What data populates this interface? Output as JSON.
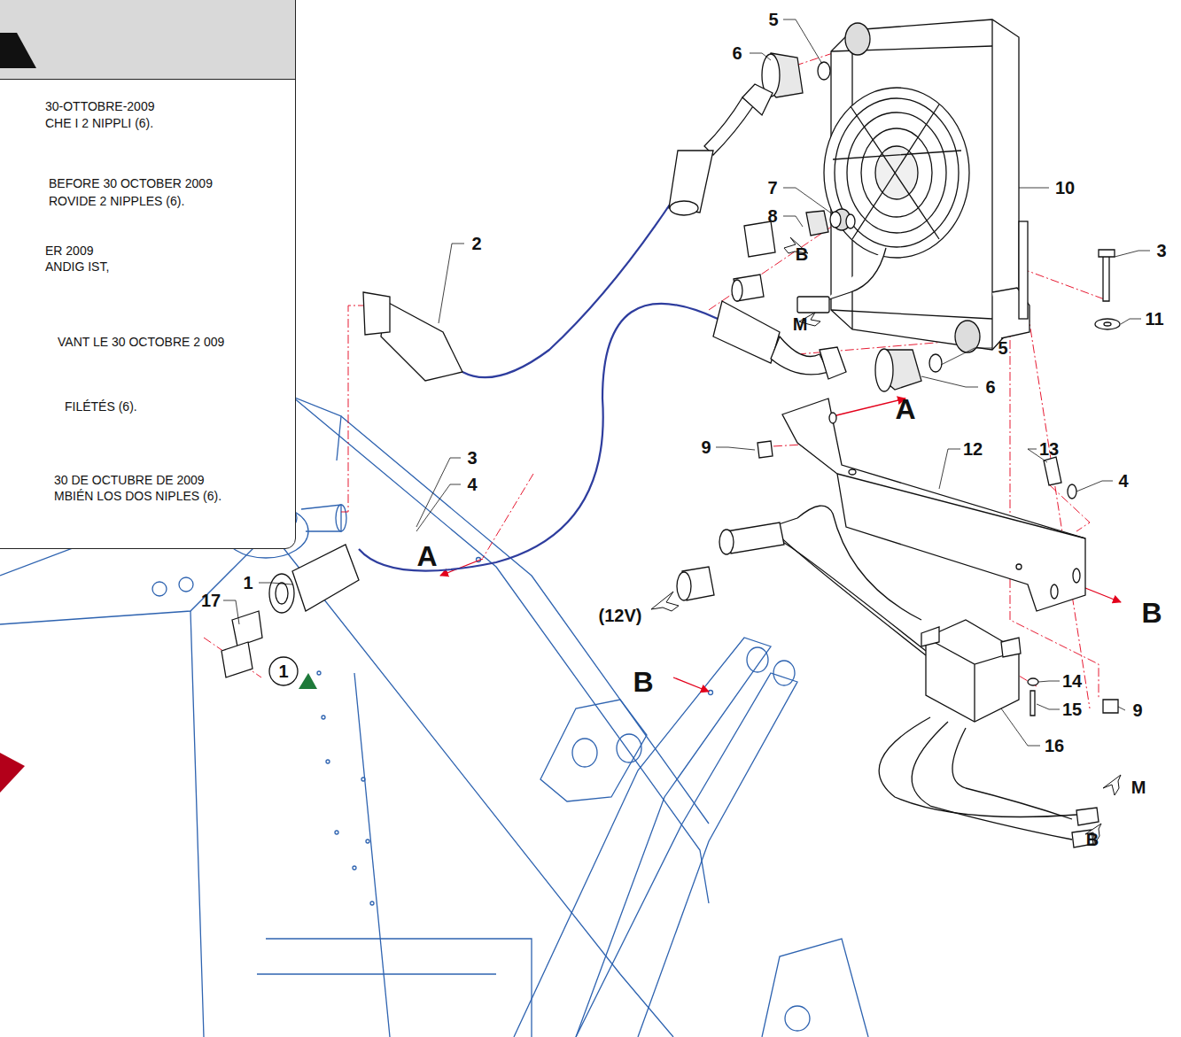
{
  "diagram": {
    "nodes": [
      {
        "text": [
          "30-OTTOBRE-2009",
          "CHE I 2 NIPPLI (6).",
          "BEFORE 30 OCTOBER 2009",
          "ROVIDE 2 NIPPLES (6).",
          "ER 2009",
          "ANDIG IST,",
          "VANT LE 30 OCTOBRE 2 009",
          "FILÉTÉS (6).",
          "30 DE OCTUBRE DE 2009",
          "MBIÉN LOS DOS NIPLES (6)."
        ]
      }
    ],
    "labels": [
      "5",
      "6",
      "10",
      "7",
      "8",
      "B",
      "M",
      "3",
      "11",
      "5",
      "6",
      "A",
      "9",
      "12",
      "13",
      "4",
      "B",
      "2",
      "3",
      "4",
      "A",
      "1",
      "17",
      "1",
      "(12V)",
      "B",
      "14",
      "15",
      "9",
      "16",
      "M",
      "B"
    ]
  }
}
